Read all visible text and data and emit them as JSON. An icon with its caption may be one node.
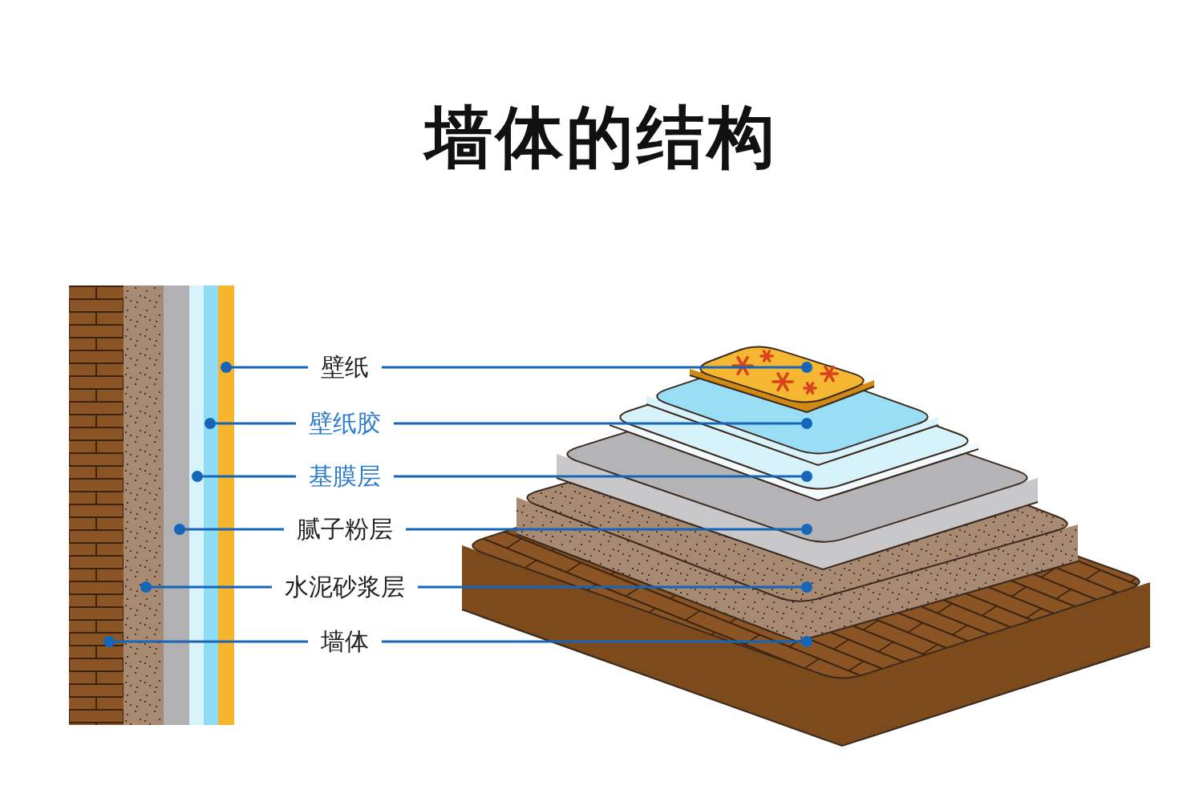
{
  "diagram": {
    "title": "墙体的结构",
    "nodes": [
      {
        "text": [
          "壁纸"
        ]
      },
      {
        "text": [
          "壁纸胶"
        ]
      },
      {
        "text": [
          "基膜层"
        ]
      },
      {
        "text": [
          "腻子粉层"
        ]
      },
      {
        "text": [
          "水泥砂浆层"
        ]
      },
      {
        "text": [
          "墙体"
        ]
      },
      {
        "text": [],
        "shape": "bar"
      },
      {
        "text": [],
        "shape": "bar"
      },
      {
        "text": [],
        "shape": "bar"
      },
      {
        "text": [],
        "shape": "bar"
      },
      {
        "text": [],
        "shape": "bar"
      },
      {
        "text": [],
        "shape": "bar"
      }
    ],
    "edges": [
      {
        "from": 0,
        "to": 11,
        "arrow": "other"
      },
      {
        "from": 0,
        "to": null,
        "arrow": "other"
      },
      {
        "from": 1,
        "to": 10,
        "arrow": "other"
      },
      {
        "from": 1,
        "to": null,
        "arrow": "other"
      },
      {
        "from": 2,
        "to": 9,
        "arrow": "other"
      },
      {
        "from": 2,
        "to": null,
        "arrow": "other"
      },
      {
        "from": 3,
        "to": 8,
        "arrow": "other"
      },
      {
        "from": 3,
        "to": null,
        "arrow": "other"
      },
      {
        "from": 4,
        "to": 7,
        "arrow": "other"
      },
      {
        "from": 4,
        "to": null,
        "arrow": "other"
      },
      {
        "from": 5,
        "to": 6,
        "arrow": "other"
      },
      {
        "from": 5,
        "to": null,
        "arrow": "other"
      }
    ]
  }
}
